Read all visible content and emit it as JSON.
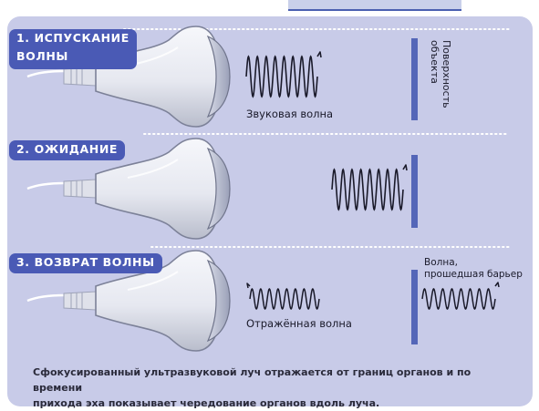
{
  "stages": [
    {
      "label_line1": "1. ИСПУСКАНИЕ",
      "label_line2": "ВОЛНЫ"
    },
    {
      "label": "2. ОЖИДАНИЕ"
    },
    {
      "label": "3. ВОЗВРАТ ВОЛНЫ"
    }
  ],
  "labels": {
    "surface": [
      "Поверхность",
      "объекта"
    ],
    "sound_wave": "Звуковая волна",
    "reflected_wave": "Отражённая волна",
    "passed_wave": [
      "Волна,",
      "прошедшая барьер"
    ]
  },
  "footer": {
    "line1": "Сфокусированный ультразвуковой луч отражается от границ органов и по времени",
    "line2": "прихода эха показывает чередование органов вдоль луча."
  },
  "colors": {
    "panel": "#c8cbe8",
    "accent": "#4a5ab5",
    "barrier": "#5466b8"
  }
}
